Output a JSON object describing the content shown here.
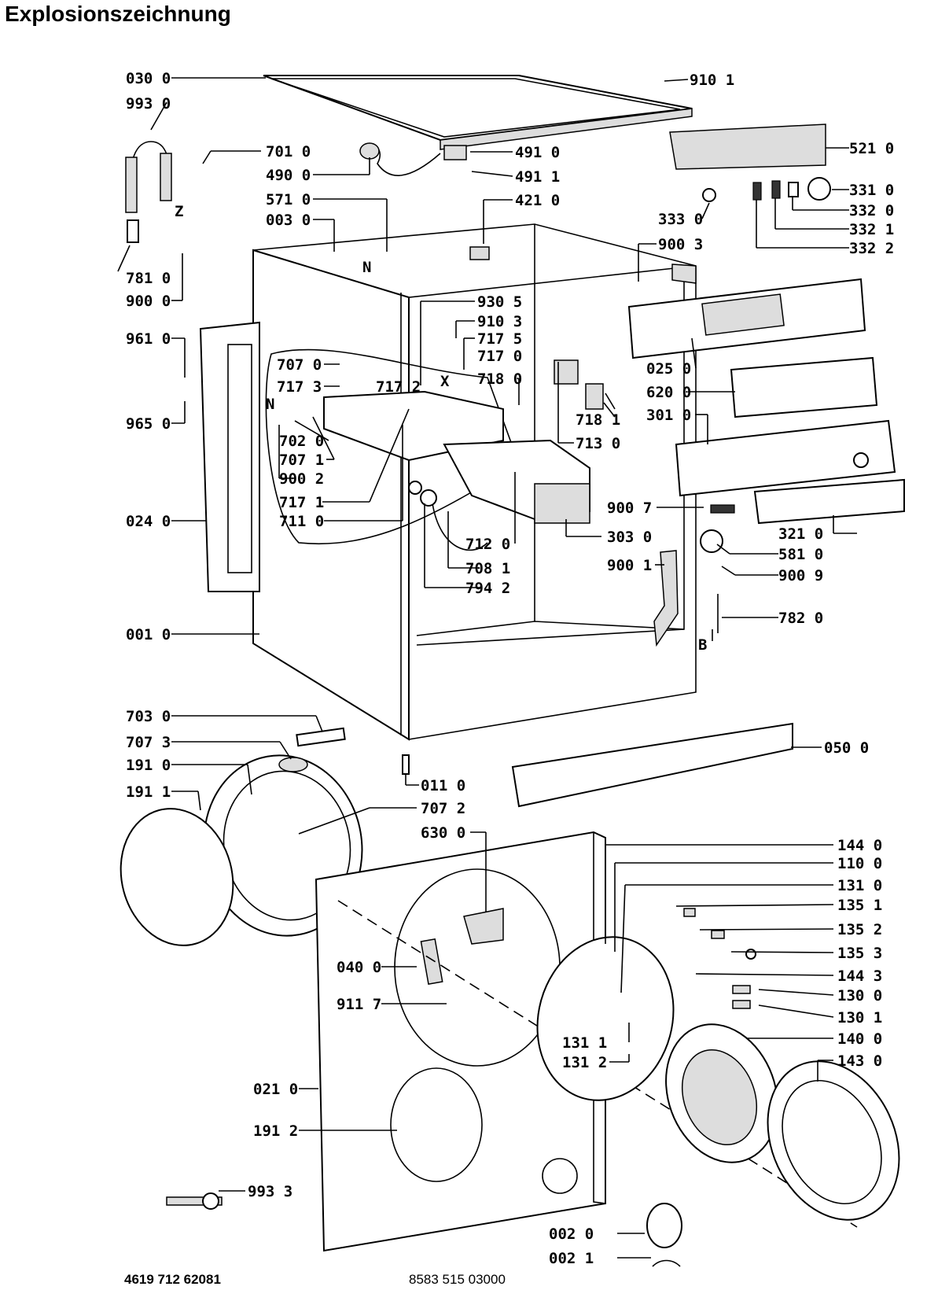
{
  "title": "Explosionszeichnung",
  "labels": {
    "l0300": "030 0",
    "l9930": "993 0",
    "l7010": "701 0",
    "l4900": "490 0",
    "l5710": "571 0",
    "l0030": "003 0",
    "l7810": "781 0",
    "l9000": "900 0",
    "l9610": "961 0",
    "l9650": "965 0",
    "l7070": "707 0",
    "l7173": "717 3",
    "l7172": "717 2",
    "l7020": "702 0",
    "l7071": "707 1",
    "l9002": "900 2",
    "l7171": "717 1",
    "l7110": "711 0",
    "l0240": "024 0",
    "l0010": "001 0",
    "l9101": "910 1",
    "l4910": "491 0",
    "l4911": "491 1",
    "l4210": "421 0",
    "l5210": "521 0",
    "l3310": "331 0",
    "l3320": "332 0",
    "l3321": "332 1",
    "l3322": "332 2",
    "l3330": "333 0",
    "l9003": "900 3",
    "l9305": "930 5",
    "l9103": "910 3",
    "l7175": "717 5",
    "l7170": "717 0",
    "l7180": "718 0",
    "l7181": "718 1",
    "l7130": "713 0",
    "l0250": "025 0",
    "l6200": "620 0",
    "l3010": "301 0",
    "l9007": "900 7",
    "l3030": "303 0",
    "l7120": "712 0",
    "l7081": "708 1",
    "l7942": "794 2",
    "l9001": "900 1",
    "l3210": "321 0",
    "l5810": "581 0",
    "l9009": "900 9",
    "l7820": "782 0",
    "l7030": "703 0",
    "l7073": "707 3",
    "l1910": "191 0",
    "l1911": "191 1",
    "l0110": "011 0",
    "l7072": "707 2",
    "l6300": "630 0",
    "l0500": "050 0",
    "l1440": "144 0",
    "l1100": "110 0",
    "l1310": "131 0",
    "l1351": "135 1",
    "l1352": "135 2",
    "l1353": "135 3",
    "l1443": "144 3",
    "l1300": "130 0",
    "l1301": "130 1",
    "l1400": "140 0",
    "l1430": "143 0",
    "l0400": "040 0",
    "l9117": "911 7",
    "l1311": "131 1",
    "l1312": "131 2",
    "l0210": "021 0",
    "l1912": "191 2",
    "l9933": "993 3",
    "l0020": "002 0",
    "l0021": "002 1",
    "mZ": "Z",
    "mN1": "N",
    "mN2": "N",
    "mX": "X",
    "mB": "B"
  },
  "footer": {
    "left_code": "4619 712 62081",
    "center_code": "8583 515 03000"
  }
}
